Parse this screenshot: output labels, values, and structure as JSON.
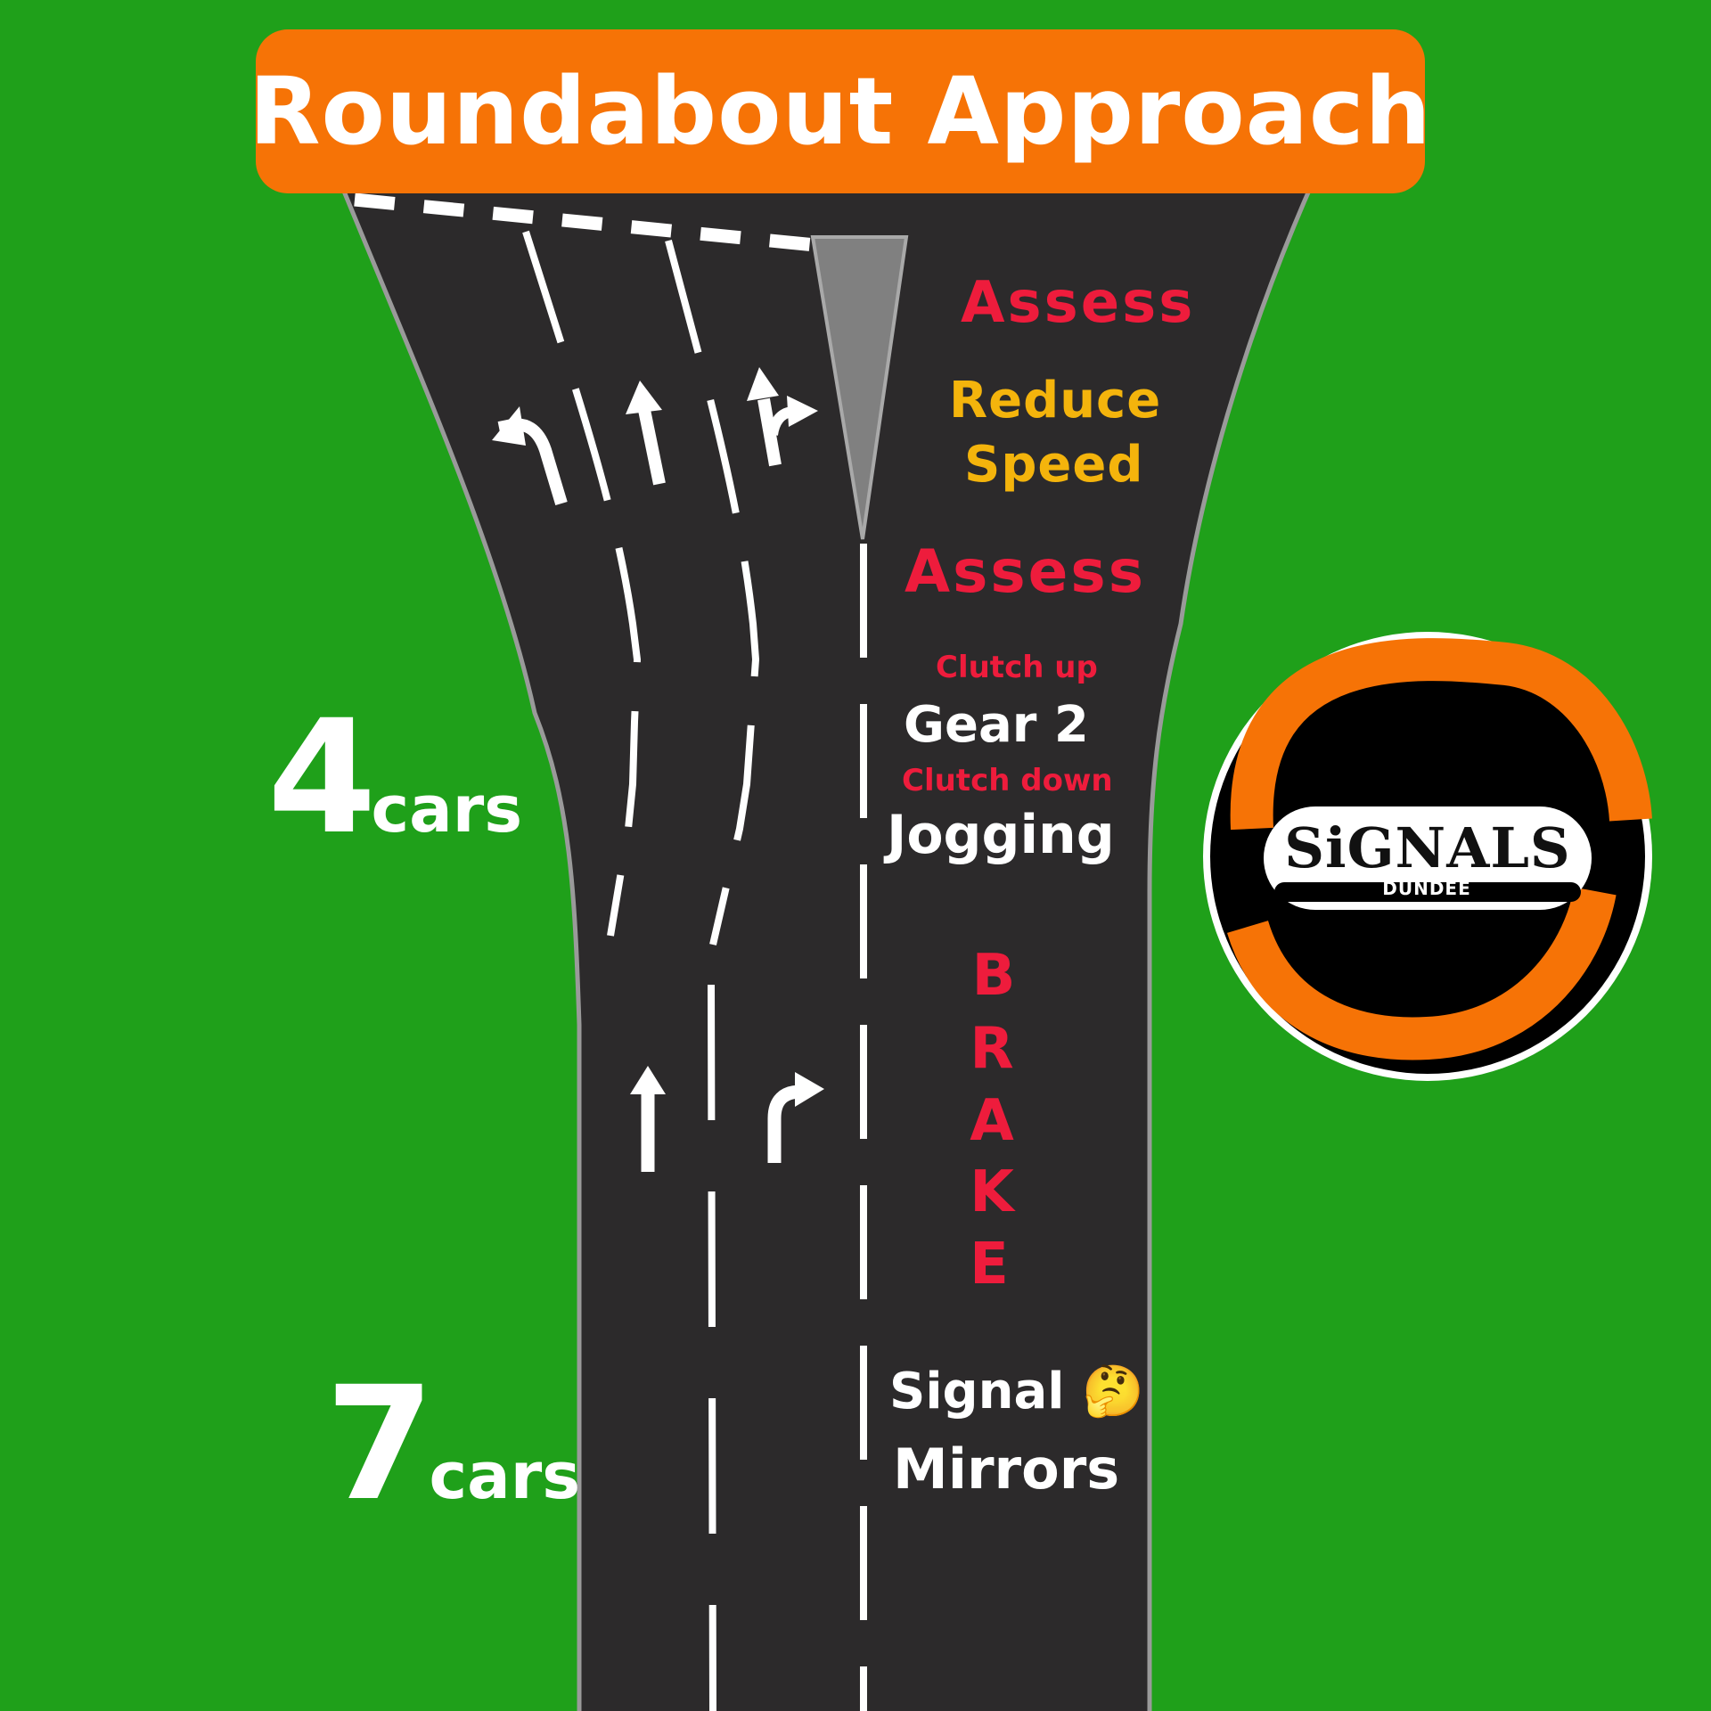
{
  "title": "Roundabout Approach",
  "colors": {
    "grass": "#1fa01a",
    "road": "#2c2a2b",
    "kerb": "#9a9a9a",
    "marking": "#ffffff",
    "title_bg": "#f67306",
    "red_text": "#ee1c3c",
    "yellow_text": "#f4b40c",
    "white_text": "#ffffff",
    "logo_orange": "#f67306",
    "logo_black": "#000000"
  },
  "road_labels": {
    "assess_top": "Assess",
    "reduce": "Reduce",
    "speed": "Speed",
    "assess_mid": "Assess",
    "clutch_up": "Clutch up",
    "gear": "Gear 2",
    "clutch_down": "Clutch down",
    "jogging": "Jogging",
    "brake_letters": [
      "B",
      "R",
      "A",
      "K",
      "E"
    ],
    "signal": "Signal 🤔",
    "mirrors": "Mirrors"
  },
  "distance_markers": [
    {
      "number": "4",
      "unit": "cars"
    },
    {
      "number": "7",
      "unit": "cars"
    }
  ],
  "lane_arrows": {
    "upper": [
      "arrow-left-turn-icon",
      "arrow-straight-icon",
      "arrow-straight-right-icon"
    ],
    "lower": [
      "arrow-straight-icon",
      "arrow-right-turn-icon"
    ]
  },
  "logo": {
    "name": "SiGNALS",
    "sub": "DUNDEE"
  }
}
